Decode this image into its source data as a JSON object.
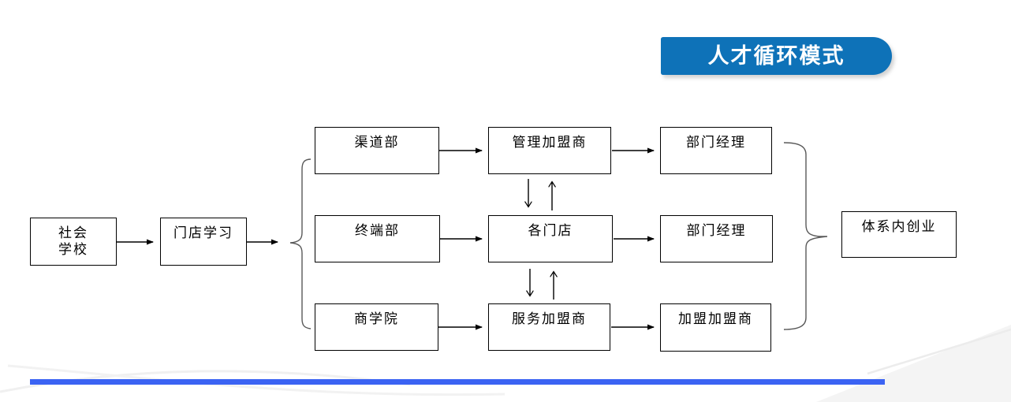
{
  "banner": {
    "label": "人才循环模式"
  },
  "nodes": {
    "social_school_line1": "社会",
    "social_school_line2": "学校",
    "store_learning": "门店学习",
    "channel_dept": "渠道部",
    "terminal_dept": "终端部",
    "business_school": "商学院",
    "manage_franchisee": "管理加盟商",
    "each_store": "各门店",
    "service_franchisee": "服务加盟商",
    "dept_manager_top": "部门经理",
    "dept_manager_mid": "部门经理",
    "join_franchisee": "加盟加盟商",
    "system_startup": "体系内创业"
  },
  "colors": {
    "banner_bg": "#0E72B8",
    "banner_text": "#FFFFFF",
    "divider_blue": "#3B63F3",
    "box_border": "#000000",
    "brace_gray": "#595959"
  }
}
